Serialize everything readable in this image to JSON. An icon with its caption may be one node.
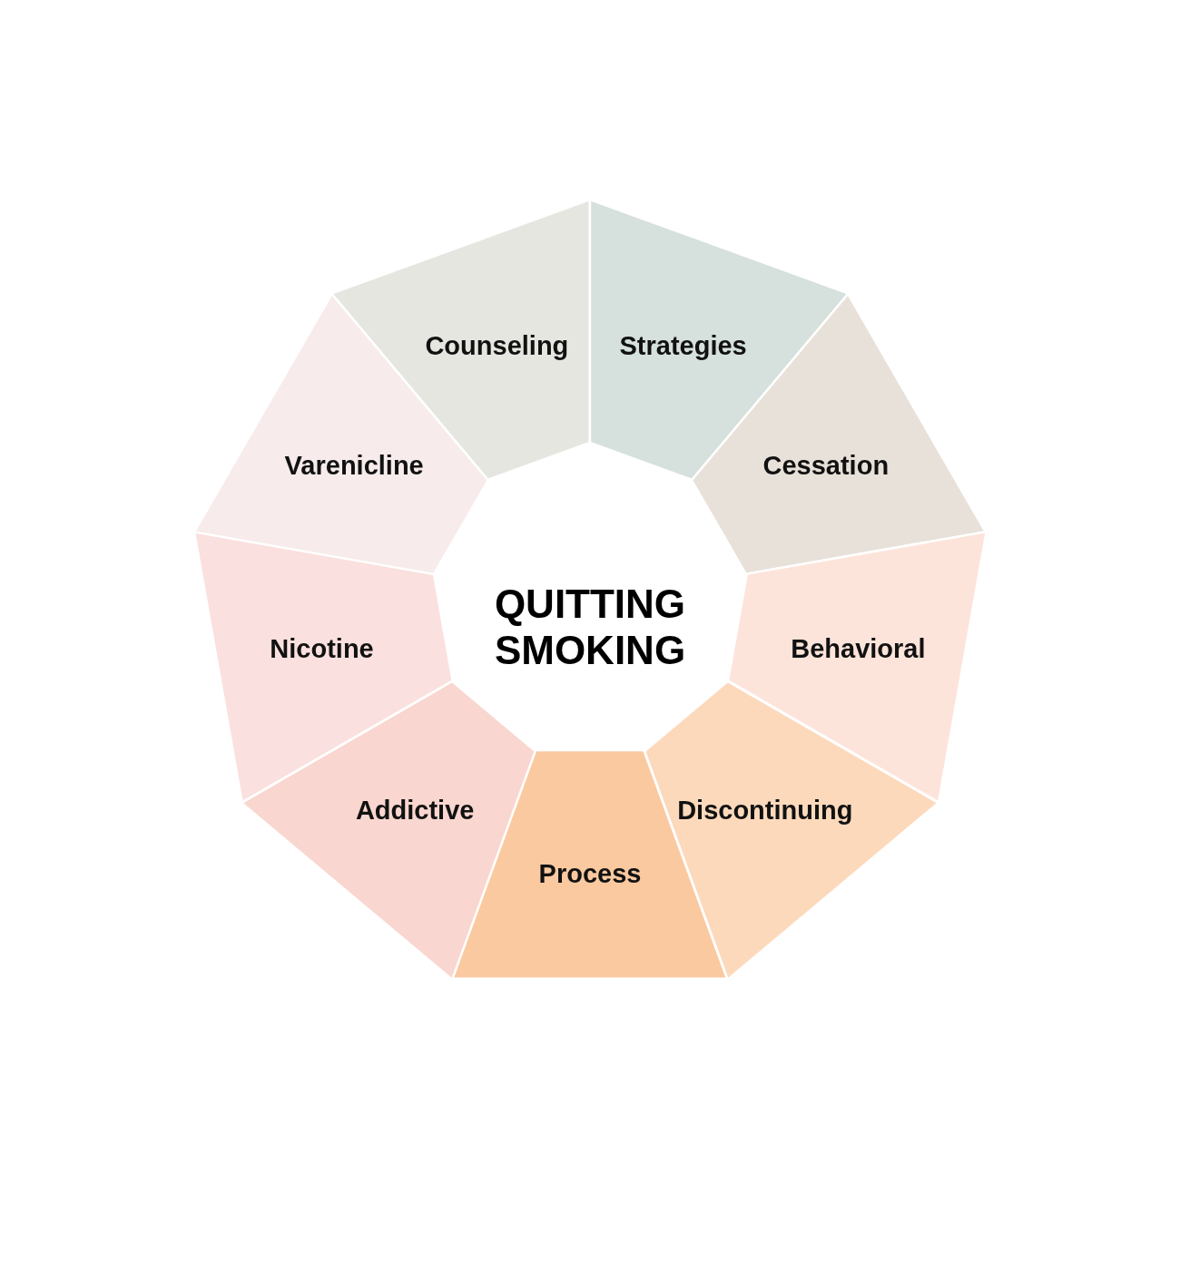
{
  "diagram": {
    "nodes": [
      {
        "text": [
          "QUITTING SMOKING"
        ]
      },
      {
        "text": [
          "Counseling"
        ]
      },
      {
        "text": [
          "Strategies"
        ]
      },
      {
        "text": [
          "Cessation"
        ]
      },
      {
        "text": [
          "Behavioral"
        ]
      },
      {
        "text": [
          "Discontinuing"
        ]
      },
      {
        "text": [
          "Process"
        ]
      },
      {
        "text": [
          "Addictive"
        ]
      },
      {
        "text": [
          "Nicotine"
        ]
      },
      {
        "text": [
          "Varenicline"
        ]
      }
    ],
    "edges": []
  }
}
